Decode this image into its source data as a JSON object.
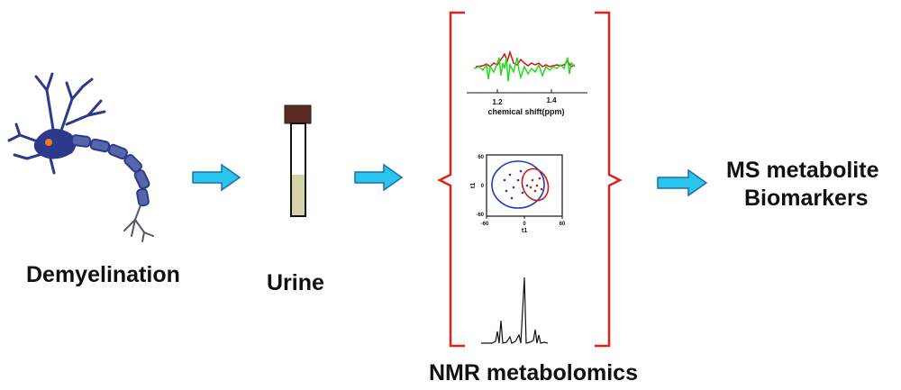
{
  "labels": {
    "demyelination": "Demyelination",
    "urine": "Urine",
    "nmr": "NMR metabolomics",
    "biomarker_line1": "MS metabolite",
    "biomarker_line2": "Biomarkers"
  },
  "spectrum_panel": {
    "xlabel": "chemical shift(ppm)",
    "tick_1": "1.2",
    "tick_2": "1.4"
  },
  "scatter_panel": {
    "xlabel": "t1",
    "ylabel": "t1",
    "x_ticks": [
      "-60",
      "0",
      "60"
    ],
    "y_ticks": [
      "60",
      "0",
      "-60"
    ]
  },
  "colors": {
    "arrow_fill": "#29c5ee",
    "arrow_stroke": "#1d6fa5",
    "bracket": "#e0201b",
    "neuron": "#2d3a8c",
    "tube_cap": "#5a2a22",
    "urine": "#d6d2a8",
    "spectrum_green": "#22dd22",
    "spectrum_red": "#dd1111",
    "ellipse_blue": "#1a3fb5",
    "ellipse_red": "#cc1a1a"
  },
  "icons": [
    "neuron-icon",
    "urine-tube-icon",
    "arrow-right-icon"
  ]
}
